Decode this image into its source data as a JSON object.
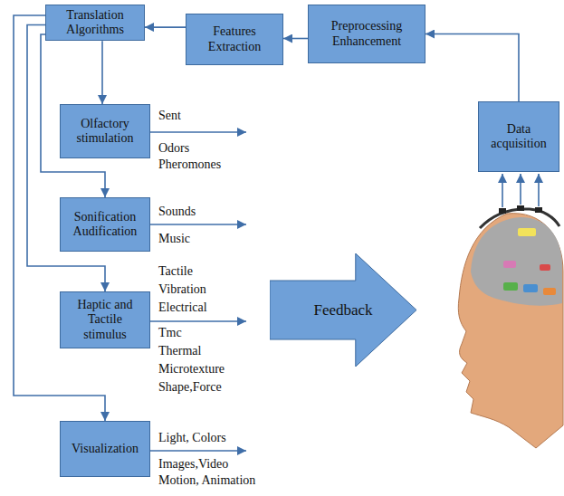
{
  "diagram": {
    "nodes": [
      {
        "text": [
          "Translation Algorithms"
        ]
      },
      {
        "text": [
          "Features Extraction"
        ]
      },
      {
        "text": [
          "Preprocessing Enhancement"
        ]
      },
      {
        "text": [
          "Data acquisition"
        ]
      },
      {
        "text": [
          "Olfactory stimulation"
        ]
      },
      {
        "text": [
          "Sonification Audification"
        ]
      },
      {
        "text": [
          "Haptic and Tactile stimulus"
        ]
      },
      {
        "text": [
          "Feedback"
        ]
      },
      {
        "text": [
          "Visualization"
        ]
      }
    ],
    "edges": [
      {
        "from": 3,
        "to": 2,
        "arrow": "to"
      },
      {
        "from": 2,
        "to": 1,
        "arrow": "to"
      },
      {
        "from": 1,
        "to": 0,
        "arrow": "to"
      },
      {
        "from": 0,
        "to": 4,
        "arrow": "to"
      },
      {
        "from": 0,
        "to": 5,
        "arrow": "to"
      },
      {
        "from": 0,
        "to": 6,
        "arrow": "to"
      },
      {
        "from": 0,
        "to": 8,
        "arrow": "to"
      }
    ],
    "labels": [
      "Sent",
      "Odors",
      "Pheromones",
      "Sounds",
      "Music",
      "Tactile",
      "Vibration",
      "Electrical",
      "Tmc",
      "Thermal",
      "Microtexture",
      "Shape,Force",
      "Light, Colors",
      "Images,Video",
      "Motion, Animation"
    ]
  }
}
